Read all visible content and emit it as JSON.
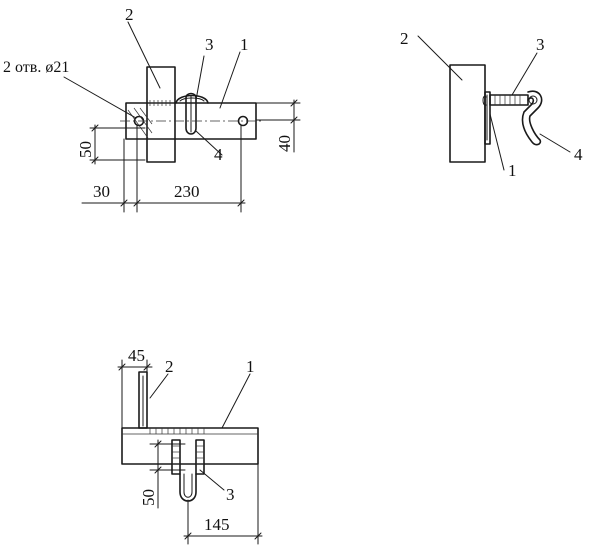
{
  "view_top_left": {
    "callouts": {
      "c1": "1",
      "c2": "2",
      "c3": "3",
      "c4": "4"
    },
    "hole_note": "2 отв.  ø21",
    "dims": {
      "d50": "50",
      "d40": "40",
      "d30": "30",
      "d230": "230"
    }
  },
  "view_top_right": {
    "callouts": {
      "c1": "1",
      "c2": "2",
      "c3": "3",
      "c4": "4"
    }
  },
  "view_bottom": {
    "callouts": {
      "c1": "1",
      "c2": "2",
      "c3": "3"
    },
    "dims": {
      "d45": "45",
      "d50": "50",
      "d145": "145"
    }
  }
}
